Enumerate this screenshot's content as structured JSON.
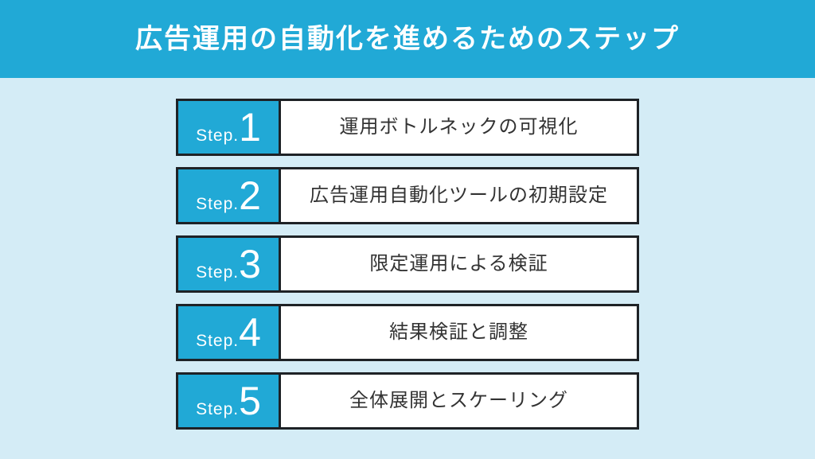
{
  "header": {
    "title": "広告運用の自動化を進めるためのステップ"
  },
  "steps": [
    {
      "prefix": "Step.",
      "number": "1",
      "label": "運用ボトルネックの可視化"
    },
    {
      "prefix": "Step.",
      "number": "2",
      "label": "広告運用自動化ツールの初期設定"
    },
    {
      "prefix": "Step.",
      "number": "3",
      "label": "限定運用による検証"
    },
    {
      "prefix": "Step.",
      "number": "4",
      "label": "結果検証と調整"
    },
    {
      "prefix": "Step.",
      "number": "5",
      "label": "全体展開とスケーリング"
    }
  ],
  "colors": {
    "accent": "#21a9d6",
    "background": "#d4ecf6",
    "border": "#1e2226",
    "panel": "#ffffff",
    "header_text": "#ffffff",
    "step_text": "#ffffff",
    "label_text": "#333333"
  }
}
